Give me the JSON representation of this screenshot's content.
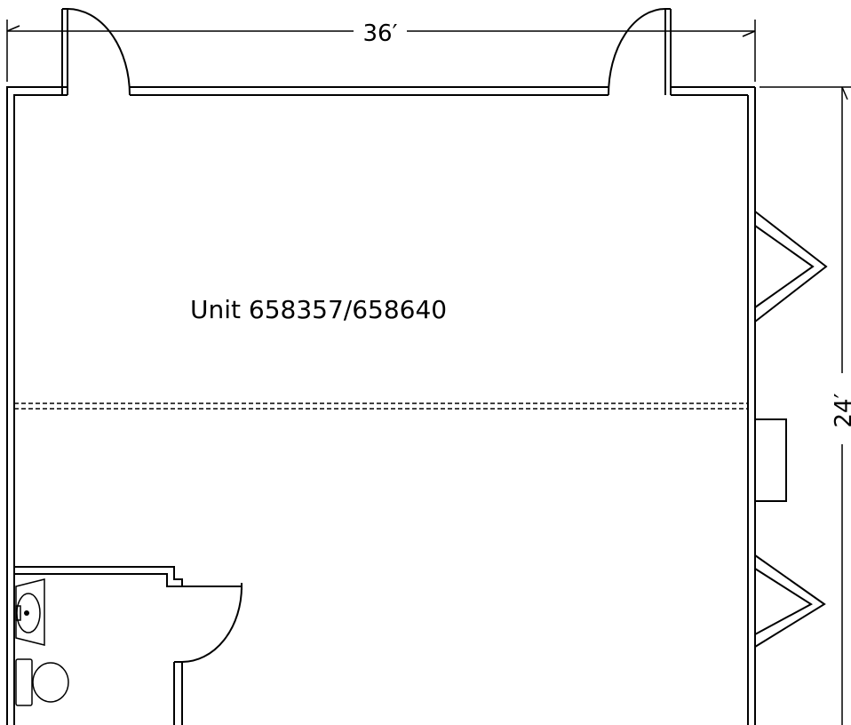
{
  "plan": {
    "width_dimension": "36′",
    "depth_dimension": "24′",
    "unit_label": "Unit 658357/658640"
  }
}
